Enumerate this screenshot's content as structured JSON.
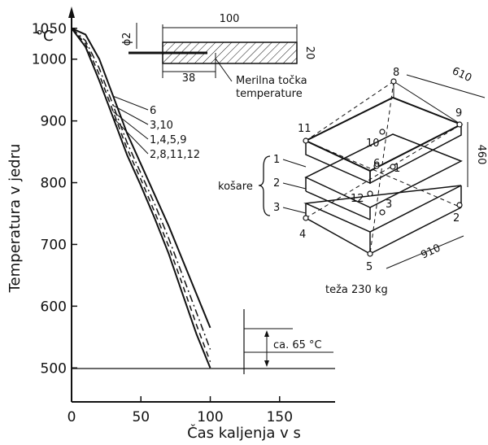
{
  "chart_data": {
    "type": "line",
    "xlabel": "Čas kaljenja  v  s",
    "ylabel": "Temperatura  v jedru",
    "y_unit": "°C",
    "x_ticks": [
      "0",
      "50",
      "100",
      "150"
    ],
    "y_ticks": [
      "500",
      "600",
      "700",
      "800",
      "900",
      "1000",
      "1050"
    ],
    "xlim": [
      0,
      190
    ],
    "ylim": [
      445,
      1080
    ],
    "series": [
      {
        "name": "6",
        "style": "solid",
        "x": [
          0,
          10,
          20,
          30,
          40,
          50,
          60,
          70,
          80,
          90,
          100
        ],
        "y": [
          1050,
          1040,
          1000,
          940,
          880,
          830,
          780,
          730,
          675,
          620,
          565
        ]
      },
      {
        "name": "3,10",
        "style": "dash-dot",
        "x": [
          0,
          10,
          20,
          30,
          40,
          50,
          60,
          70,
          80,
          90,
          100
        ],
        "y": [
          1050,
          1030,
          985,
          925,
          865,
          815,
          765,
          710,
          650,
          590,
          530
        ]
      },
      {
        "name": "1,4,5,9",
        "style": "dashed",
        "x": [
          0,
          10,
          20,
          30,
          40,
          50,
          60,
          70,
          80,
          90,
          100
        ],
        "y": [
          1050,
          1025,
          975,
          915,
          855,
          805,
          752,
          697,
          635,
          570,
          510
        ]
      },
      {
        "name": "2,8,11,12",
        "style": "solid",
        "x": [
          0,
          10,
          20,
          30,
          40,
          50,
          60,
          70,
          80,
          90,
          100
        ],
        "y": [
          1050,
          1020,
          965,
          905,
          845,
          795,
          742,
          685,
          620,
          555,
          500
        ]
      }
    ],
    "annotations": {
      "difference": "ca. 65 °C",
      "probe_dims": {
        "length": "100",
        "depth": "38",
        "diameter": "ϕ2",
        "thickness": "20"
      },
      "probe_label_line1": "Merilna točka",
      "probe_label_line2": "temperature",
      "basket_label": "košare",
      "basket_numbers": [
        "1",
        "2",
        "3"
      ],
      "rack_points": [
        "8",
        "9",
        "10",
        "11",
        "6",
        "1",
        "12",
        "3",
        "4",
        "5",
        "2"
      ],
      "rack_dims": {
        "width": "610",
        "height": "460",
        "depth": "910"
      },
      "weight": "teža 230 kg"
    }
  }
}
